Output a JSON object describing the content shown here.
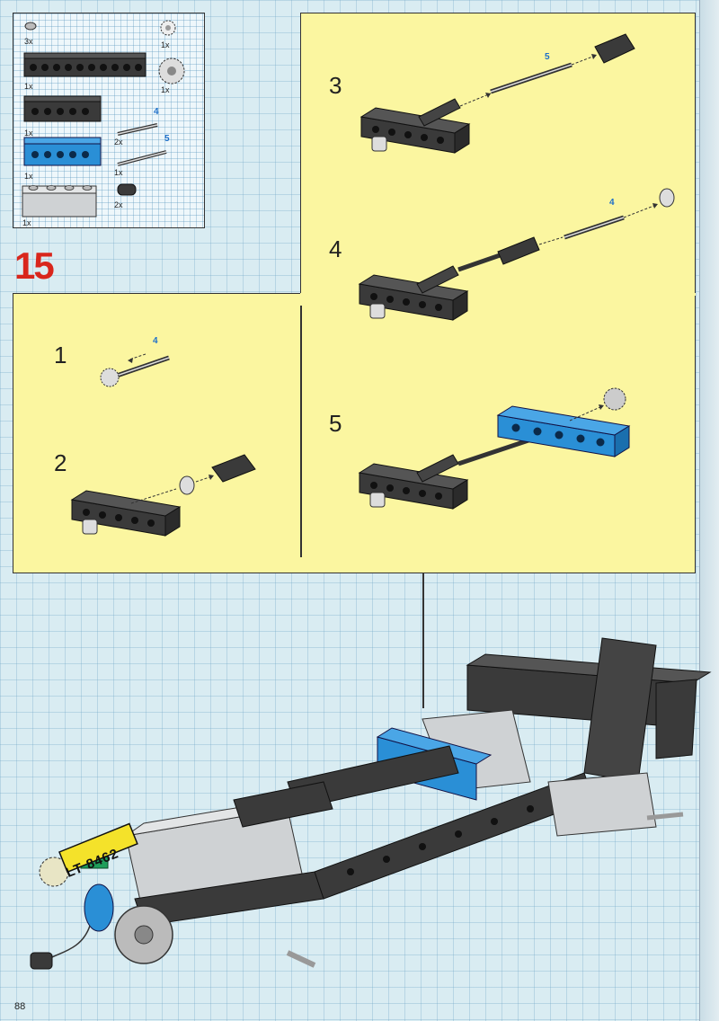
{
  "page": {
    "step_number": "15",
    "page_number": "88"
  },
  "parts": {
    "beam_10_qty": "1x",
    "beam_6_qty": "1x",
    "beam_blue_qty": "1x",
    "brick_grey_qty": "1x",
    "bush_qty": "3x",
    "gear_small_qty": "1x",
    "gear_large_qty": "1x",
    "axle_4_qty": "2x",
    "axle_4_len": "4",
    "axle_5_qty": "1x",
    "axle_5_len": "5",
    "connector_qty": "2x"
  },
  "substeps": [
    {
      "num": "1",
      "axle_len": "4"
    },
    {
      "num": "2"
    },
    {
      "num": "3",
      "axle_len": "5"
    },
    {
      "num": "4",
      "axle_len": "4"
    },
    {
      "num": "5"
    }
  ],
  "model": {
    "license_plate": "LT 8462"
  },
  "colors": {
    "step_red": "#d9261c",
    "panel_yellow": "#fbf6a0",
    "grid_blue": "#d9ecf2",
    "brick_black": "#3a3a3a",
    "brick_blue": "#2a8fd6",
    "brick_grey": "#cfd2d4",
    "axle_label_blue": "#1d6fc9"
  }
}
